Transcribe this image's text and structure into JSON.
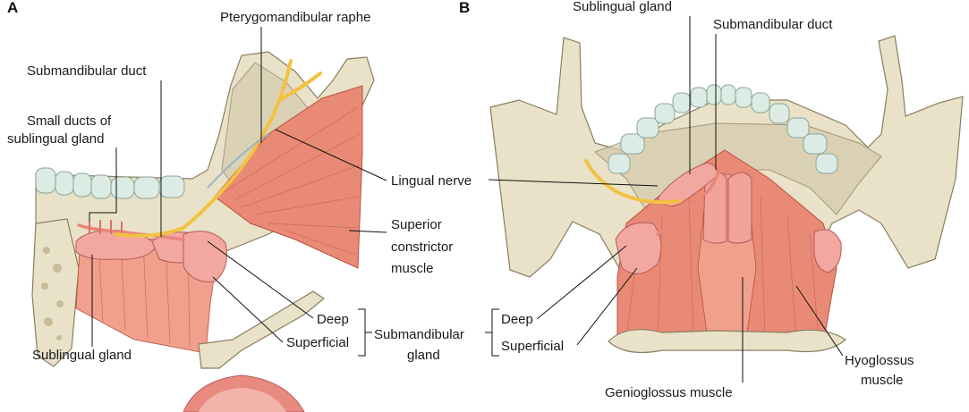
{
  "panel_a": {
    "letter": "A",
    "labels": {
      "pterygomandibular_raphe": "Pterygomandibular raphe",
      "submandibular_duct": "Submandibular duct",
      "small_ducts_line1": "Small ducts of",
      "small_ducts_line2": "sublingual gland",
      "lingual_nerve": "Lingual nerve",
      "superior_constrictor_line1": "Superior",
      "superior_constrictor_line2": "constrictor",
      "superior_constrictor_line3": "muscle",
      "deep": "Deep",
      "superficial": "Superficial",
      "sublingual_gland": "Sublingual gland",
      "submandibular_gland_line1": "Submandibular",
      "submandibular_gland_line2": "gland"
    }
  },
  "panel_b": {
    "letter": "B",
    "labels": {
      "sublingual_gland": "Sublingual gland",
      "submandibular_duct": "Submandibular duct",
      "deep": "Deep",
      "superficial": "Superficial",
      "genioglossus_muscle": "Genioglossus muscle",
      "hyoglossus_line1": "Hyoglossus",
      "hyoglossus_line2": "muscle"
    }
  }
}
